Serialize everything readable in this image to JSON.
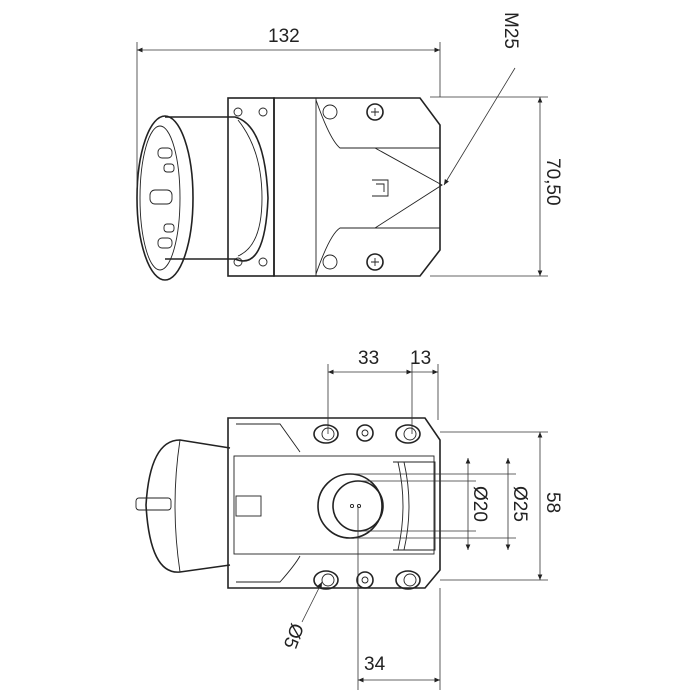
{
  "title": "Wall-mounted inlet dimension drawing",
  "side_view": {
    "width_label": "132",
    "thread_label": "M25",
    "height_label": "70,50"
  },
  "bottom_view": {
    "hole_spacing_label": "33",
    "edge_offset_label": "13",
    "inner_diameter_label": "Ø20",
    "outer_diameter_label": "Ø25",
    "depth_label": "58",
    "hole_diameter_label": "Ø5",
    "center_offset_label": "34"
  },
  "colors": {
    "line": "#222222",
    "background": "#ffffff"
  }
}
